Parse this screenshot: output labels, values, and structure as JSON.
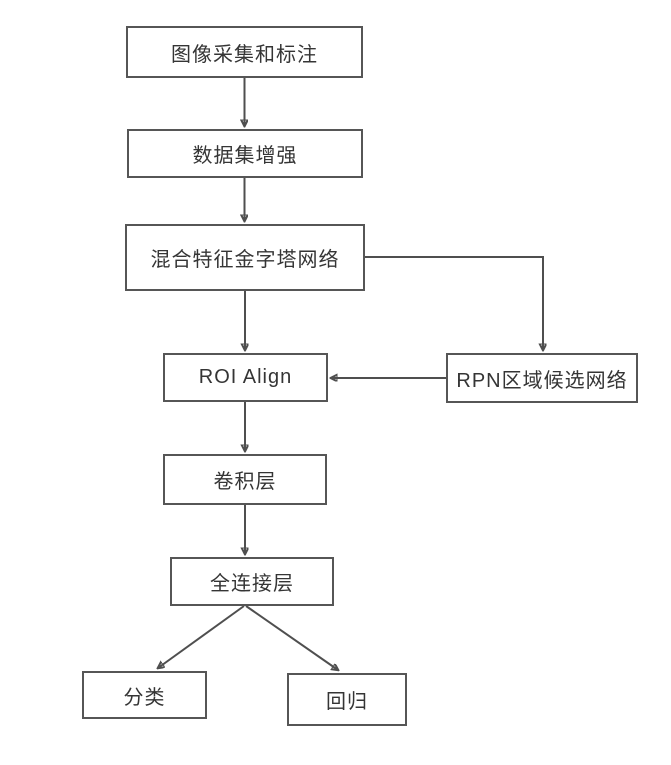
{
  "flowchart": {
    "background_color": "#ffffff",
    "box_fill_color": "#ffffff",
    "box_border_color": "#565656",
    "line_color": "#4f4f4f",
    "text_color": "#353535",
    "nodes": {
      "image_annotation": {
        "label": "图像采集和标注"
      },
      "dataset_augmentation": {
        "label": "数据集增强"
      },
      "hybrid_fpn": {
        "label": "混合特征金字塔网络"
      },
      "roi_align": {
        "label": "ROI Align"
      },
      "rpn": {
        "label": "RPN区域候选网络"
      },
      "conv_layer": {
        "label": "卷积层"
      },
      "fc_layer": {
        "label": "全连接层"
      },
      "classification": {
        "label": "分类"
      },
      "regression": {
        "label": "回归"
      }
    },
    "edges": [
      {
        "from": "image_annotation",
        "to": "dataset_augmentation",
        "arrow": "down"
      },
      {
        "from": "dataset_augmentation",
        "to": "hybrid_fpn",
        "arrow": "down"
      },
      {
        "from": "hybrid_fpn",
        "to": "roi_align",
        "arrow": "down"
      },
      {
        "from": "hybrid_fpn",
        "to": "rpn",
        "arrow": "down",
        "route": "right-then-down"
      },
      {
        "from": "rpn",
        "to": "roi_align",
        "arrow": "left"
      },
      {
        "from": "roi_align",
        "to": "conv_layer",
        "arrow": "down"
      },
      {
        "from": "conv_layer",
        "to": "fc_layer",
        "arrow": "down"
      },
      {
        "from": "fc_layer",
        "to": "classification",
        "arrow": "diagonal-down-left"
      },
      {
        "from": "fc_layer",
        "to": "regression",
        "arrow": "diagonal-down-right"
      }
    ]
  }
}
